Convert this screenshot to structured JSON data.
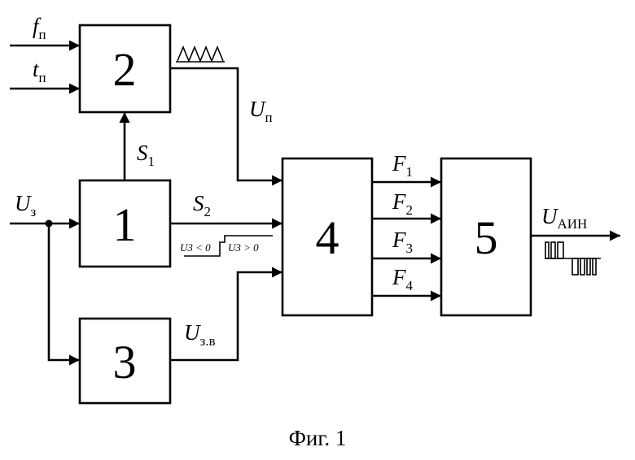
{
  "blocks": {
    "b1": "1",
    "b2": "2",
    "b3": "3",
    "b4": "4",
    "b5": "5"
  },
  "signals": {
    "fp": {
      "base": "f",
      "sub": "п"
    },
    "tp": {
      "base": "t",
      "sub": "п"
    },
    "uz": {
      "base": "U",
      "sub": "з"
    },
    "s1": {
      "base": "S",
      "sub": "1"
    },
    "s2": {
      "base": "S",
      "sub": "2"
    },
    "up": {
      "base": "U",
      "sub": "п"
    },
    "uzv": {
      "base": "U",
      "sub": "з.в"
    },
    "f1": {
      "base": "F",
      "sub": "1"
    },
    "f2": {
      "base": "F",
      "sub": "2"
    },
    "f3": {
      "base": "F",
      "sub": "3"
    },
    "f4": {
      "base": "F",
      "sub": "4"
    },
    "uain": {
      "base": "U",
      "sub": "АИН"
    }
  },
  "conditions": {
    "neg": "U3 < 0",
    "pos": "U3 > 0"
  },
  "caption": "Фиг. 1"
}
